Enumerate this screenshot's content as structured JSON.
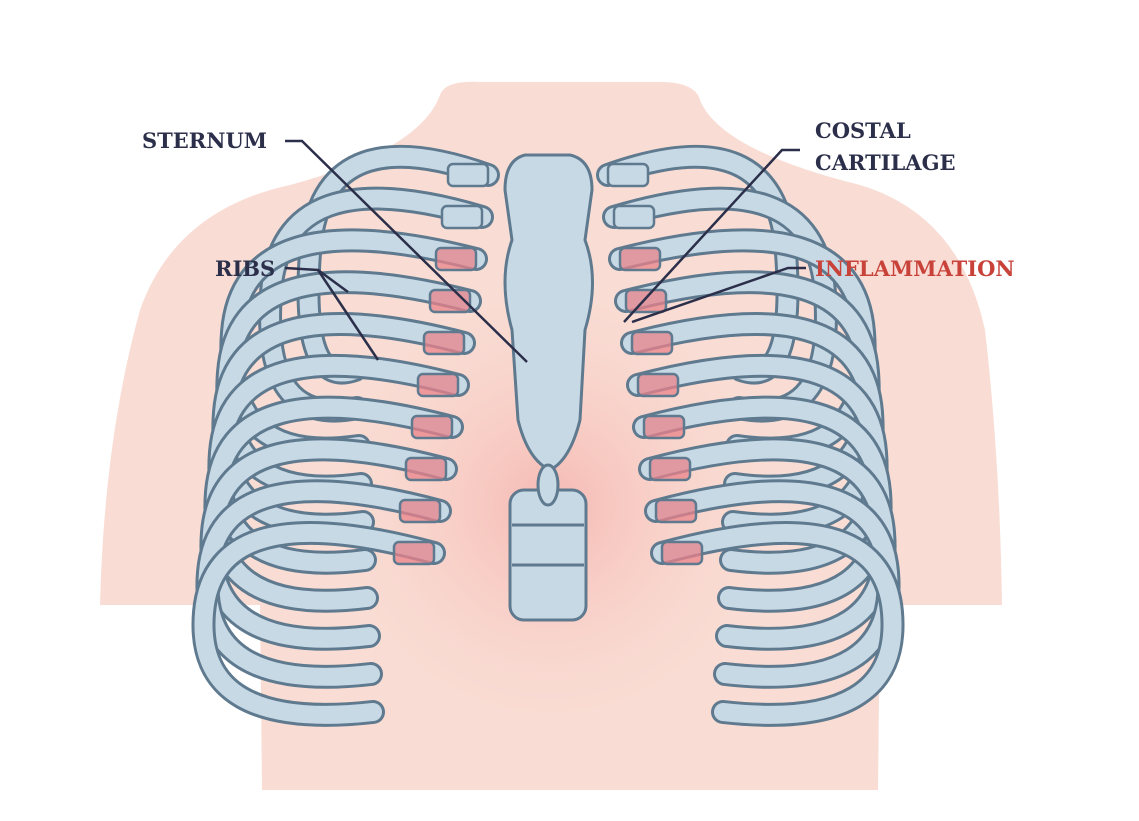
{
  "labels": {
    "sternum": "STERNUM",
    "ribs": "RIBS",
    "costal_line1": "COSTAL",
    "costal_line2": "CARTILAGE",
    "inflammation": "INFLAMMATION"
  },
  "colors": {
    "label_dark": "#2b2f4a",
    "label_inflammation": "#c8423a",
    "skin": "#f9ddd4",
    "bone": "#c8d9e6",
    "bone_outline": "#5f7a8f",
    "inflamed": "#e9838a"
  }
}
